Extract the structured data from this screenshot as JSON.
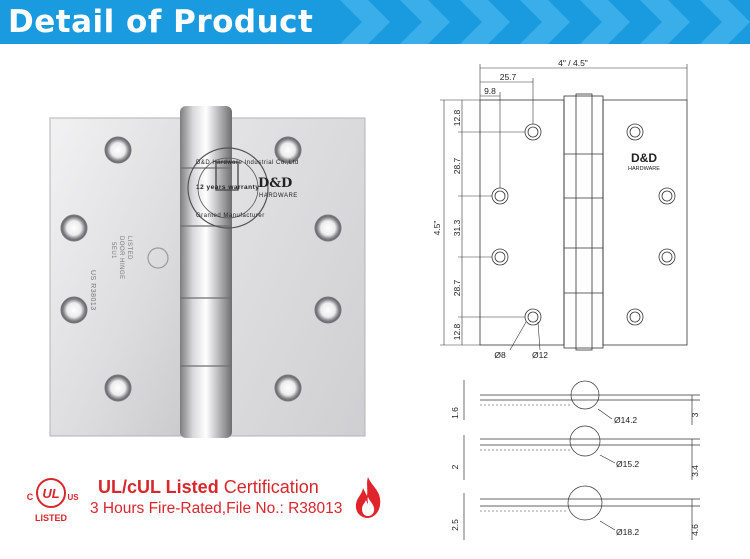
{
  "banner": {
    "title": "Detail of Product"
  },
  "photo": {
    "stamp_text": "D&D Hardware Industrial Co.,Ltd",
    "stamp_warranty": "12 years warranty",
    "stamp_bottom": "Granted Manufacturer",
    "brand": "D&D",
    "brand_sub": "HARDWARE",
    "ul_label": "US R38013",
    "ul_listed": "LISTED",
    "ul_product": "DOOR HINGE",
    "ul_code": "5EU1"
  },
  "drawing": {
    "dim_width": "4\" / 4.5\"",
    "dim_25_7": "25.7",
    "dim_9_8": "9.8",
    "dim_height": "4.5\"",
    "dim_12_8_top": "12.8",
    "dim_28_7_top": "28.7",
    "dim_31_3": "31.3",
    "dim_28_7_bottom": "28.7",
    "dim_12_8_bottom": "12.8",
    "dia_8": "Ø8",
    "dia_12": "Ø12",
    "brand": "D&D",
    "brand_sub": "HARDWARE"
  },
  "sections": [
    {
      "thickness": "1.6",
      "pin": "Ø14.2",
      "offset": "3"
    },
    {
      "thickness": "2",
      "pin": "Ø15.2",
      "offset": "3.4"
    },
    {
      "thickness": "2.5",
      "pin": "Ø18.2",
      "offset": "4.6"
    }
  ],
  "certification": {
    "logo_c": "C",
    "logo_ul": "UL",
    "logo_us": "US",
    "logo_listed": "LISTED",
    "title_red": "UL/cUL Listed",
    "title_rest": "Certification",
    "subtitle": "3 Hours Fire-Rated,File No.: R38013"
  },
  "colors": {
    "banner": "#1a9be0",
    "accent_red": "#d8262d"
  }
}
